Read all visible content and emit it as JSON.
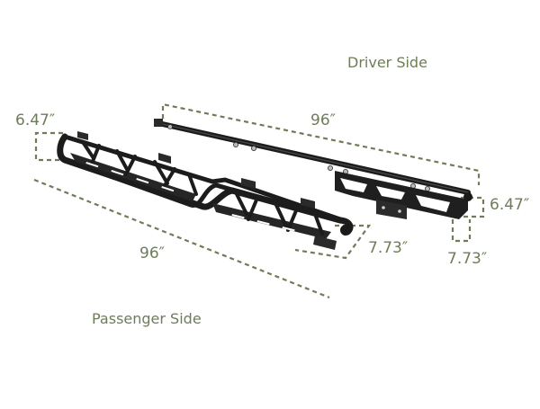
{
  "labels": {
    "driver_side": "Driver Side",
    "passenger_side": "Passenger Side"
  },
  "dimensions": {
    "driver_length": "96″",
    "driver_height": "6.47″",
    "driver_width": "7.73″",
    "passenger_length": "96″",
    "passenger_height": "6.47″",
    "passenger_width": "7.73″"
  },
  "colors": {
    "accent": "#6e7d58",
    "product": "#1c1c1c"
  }
}
